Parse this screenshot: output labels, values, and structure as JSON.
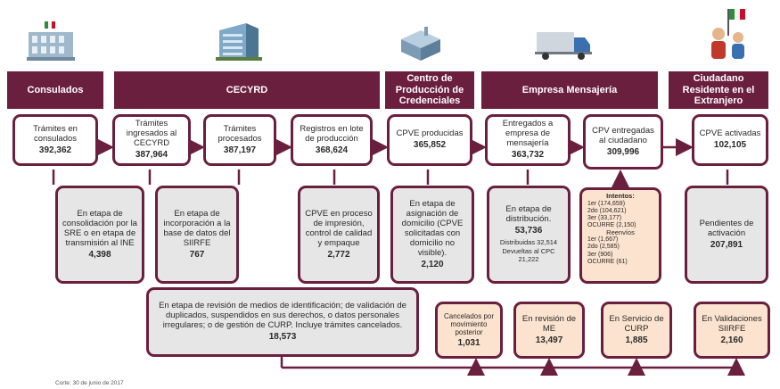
{
  "icons": {
    "consulados": "government-building-icon",
    "cecyrd": "office-building-icon",
    "centro": "factory-icon",
    "empresa": "delivery-truck-icon",
    "ciudadano": "family-flag-icon"
  },
  "colors": {
    "primary": "#6b1f3f",
    "gray": "#e6e6e6",
    "peach": "#fbe3cf"
  },
  "headers": {
    "consulados": "Consulados",
    "cecyrd": "CECYRD",
    "centro": "Centro de Producción de Credenciales",
    "empresa": "Empresa Mensajería",
    "ciudadano": "Ciudadano Residente en el Extranjero"
  },
  "top": {
    "tramites_consulados": {
      "label": "Trámites en consulados",
      "value": "392,362"
    },
    "tramites_ingresados": {
      "label": "Trámites ingresados al CECYRD",
      "value": "387,964"
    },
    "tramites_procesados": {
      "label": "Trámites procesados",
      "value": "387,197"
    },
    "registros_lote": {
      "label": "Registros en lote de producción",
      "value": "368,624"
    },
    "cpve_producidas": {
      "label": "CPVE producidas",
      "value": "365,852"
    },
    "entregados_empresa": {
      "label": "Entregados a empresa de mensajería",
      "value": "363,732"
    },
    "cpv_entregadas": {
      "label": "CPV entregadas al ciudadano",
      "value": "309,996"
    },
    "cpve_activadas": {
      "label": "CPVE activadas",
      "value": "102,105"
    }
  },
  "middle": {
    "consolidacion": {
      "label": "En etapa de consolidación por la SRE o en etapa de transmisión al INE",
      "value": "4,398"
    },
    "incorporacion": {
      "label": "En etapa de incorporación a la base de datos del SIIRFE",
      "value": "767"
    },
    "proceso_impresion": {
      "label": "CPVE en proceso de impresión, control de calidad y empaque",
      "value": "2,772"
    },
    "asignacion": {
      "label": "En etapa de asignación de domicilio (CPVE solicitadas con domicilio no visible).",
      "value": "2,120"
    },
    "distribucion": {
      "label": "En etapa de distribución.",
      "value": "53,736",
      "sub1": "Distribuidas 32,514",
      "sub2": "Devueltas al CPC 21,222"
    },
    "intentos": {
      "title": "Intentos:",
      "lines": [
        "1er (174,659)",
        "2do (104,621)",
        "3er (33,177)",
        "OCURRE (2,150)"
      ],
      "title2": "Reenvíos",
      "lines2": [
        "1er (1,667)",
        "2do (2,585)",
        "3er (906)",
        "OCURRE (61)"
      ]
    },
    "pendientes": {
      "label": "Pendientes de activación",
      "value": "207,891"
    }
  },
  "bottom": {
    "revision": {
      "label": "En etapa de revisión de medios de identificación; de validación de duplicados, suspendidos en sus derechos, o datos personales irregulares; o de gestión de CURP. Incluye trámites cancelados.",
      "value": "18,573"
    },
    "cancelados": {
      "label": "Cancelados por movimiento posterior",
      "value": "1,031"
    },
    "revision_me": {
      "label": "En revisión de ME",
      "value": "13,497"
    },
    "servicio_curp": {
      "label": "En Servicio de CURP",
      "value": "1,885"
    },
    "validaciones": {
      "label": "En Validaciones SIIRFE",
      "value": "2,160"
    }
  },
  "footer": "Corte: 30 de junio de 2017"
}
